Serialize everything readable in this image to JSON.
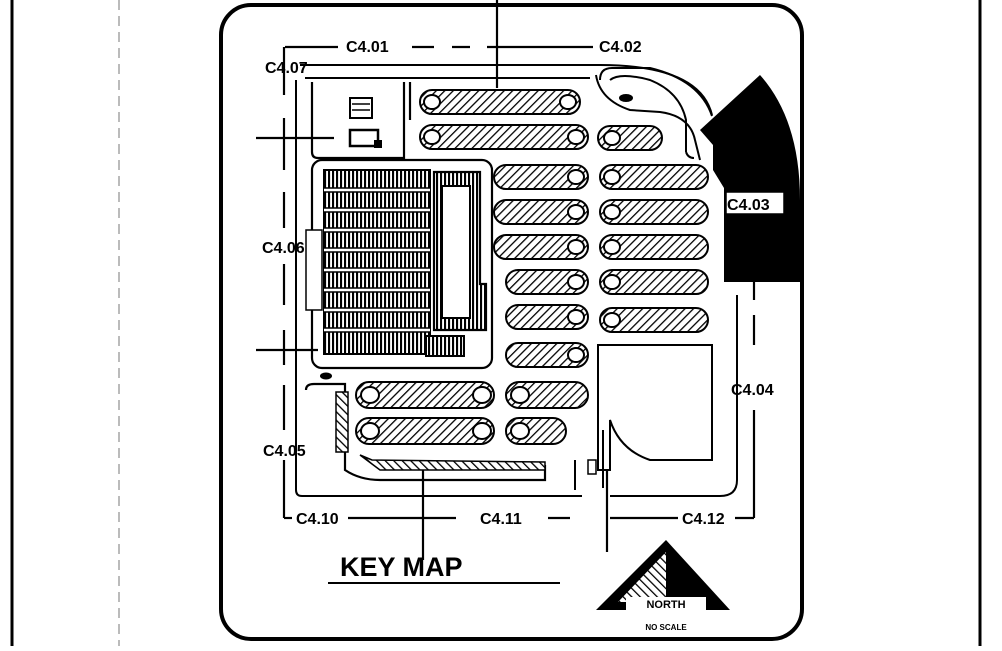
{
  "sheet_labels": {
    "c401": "C4.01",
    "c402": "C4.02",
    "c403": "C4.03",
    "c404": "C4.04",
    "c405": "C4.05",
    "c406": "C4.06",
    "c407": "C4.07",
    "c410": "C4.10",
    "c411": "C4.11",
    "c412": "C4.12"
  },
  "title": "KEY MAP",
  "north": {
    "label": "NORTH",
    "scale": "NO SCALE"
  },
  "colors": {
    "ink": "#000000",
    "paper": "#ffffff"
  }
}
